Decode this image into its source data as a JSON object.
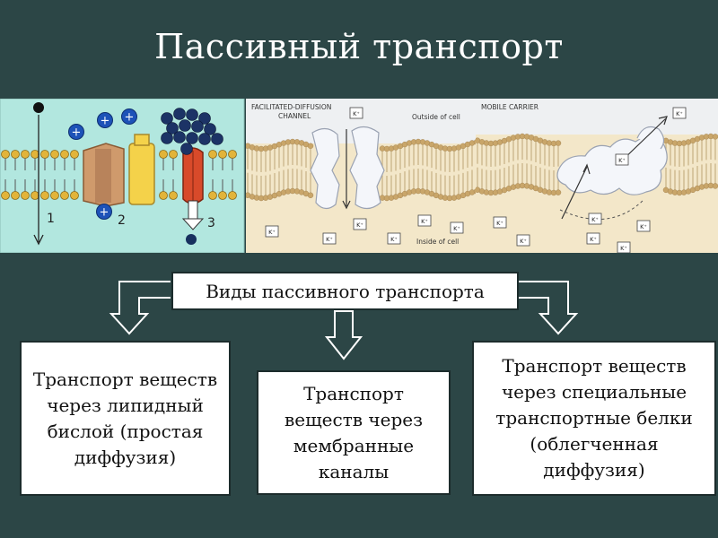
{
  "title": "Пассивный транспорт",
  "figure": {
    "panel1": {
      "ion_label": "+",
      "labels": [
        "1",
        "2",
        "3"
      ]
    },
    "panel2": {
      "heading": "FACILITATED-DIFFUSION\nCHANNEL",
      "outside": "Outside of cell",
      "inside": "Inside of cell",
      "ion": "K⁺"
    },
    "panel3": {
      "heading": "MOBILE CARRIER",
      "ion": "K⁺"
    }
  },
  "diagram": {
    "root": "Виды пассивного транспорта",
    "left": "Транспорт веществ через липидный бислой (простая диффузия)",
    "center": "Транспорт веществ через мембранные каналы",
    "right": "Транспорт веществ через специальные транспортные белки (облегченная диффузия)"
  },
  "colors": {
    "background": "#2c4646",
    "panel1_bg": "#b2e7df",
    "membrane_head": "#e2b43a",
    "protein_brown": "#cf9a6c",
    "protein_yellow": "#f4d24a",
    "protein_red": "#d84a2a",
    "ion_blue": "#1d52b8",
    "panel_bg": "#f3e7c9"
  }
}
